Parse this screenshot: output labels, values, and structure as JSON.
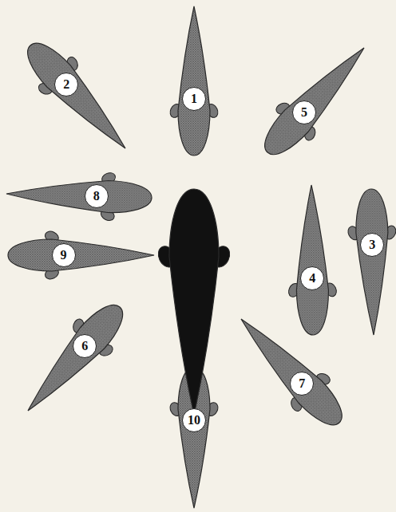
{
  "diagram": {
    "labels": [
      "2",
      "1",
      "5",
      "8",
      "4",
      "3",
      "9",
      "6",
      "7",
      "10"
    ]
  }
}
